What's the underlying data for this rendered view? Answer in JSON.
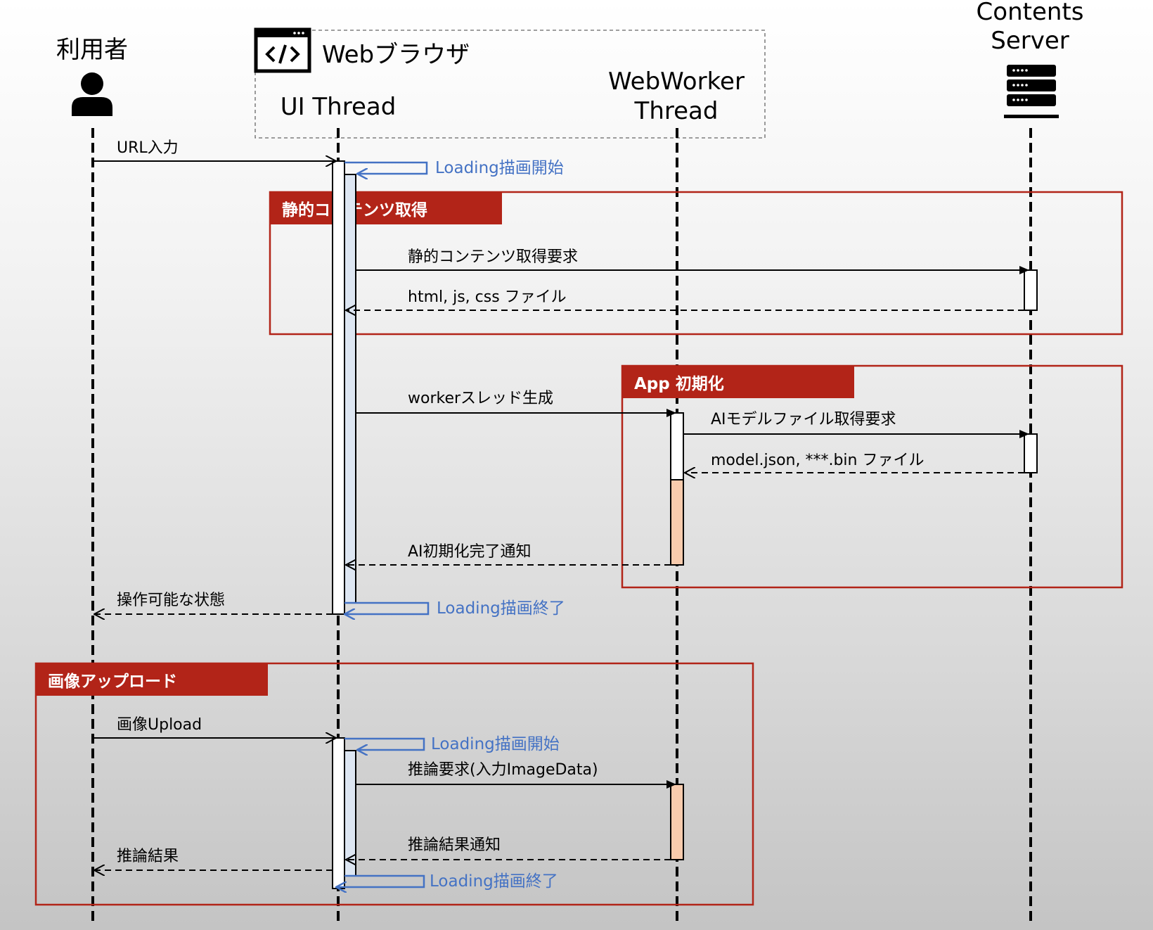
{
  "participants": {
    "user": {
      "label": "利用者",
      "icon": "person-icon"
    },
    "browser": {
      "label": "Webブラウザ",
      "icon": "code-window-icon"
    },
    "ui_thread": {
      "label": "UI Thread"
    },
    "worker_thread": {
      "label_line1": "WebWorker",
      "label_line2": "Thread"
    },
    "server": {
      "label_line1": "Contents",
      "label_line2": "Server",
      "icon": "server-icon"
    }
  },
  "frames": {
    "static_content": {
      "title": "静的コンテンツ取得"
    },
    "app_init": {
      "title": "App 初期化"
    },
    "image_upload": {
      "title": "画像アップロード"
    }
  },
  "messages": {
    "url_input": "URL入力",
    "loading_start_1": "Loading描画開始",
    "static_request": "静的コンテンツ取得要求",
    "static_response": "html, js, css ファイル",
    "worker_create": "workerスレッド生成",
    "model_request": "AIモデルファイル取得要求",
    "model_response": "model.json,  ***.bin ファイル",
    "ai_init_done": "AI初期化完了通知",
    "operable": "操作可能な状態",
    "loading_end_1": "Loading描画終了",
    "image_upload": "画像Upload",
    "loading_start_2": "Loading描画開始",
    "inference_request": "推論要求(入力ImageData)",
    "inference_notify": "推論結果通知",
    "inference_result": "推論結果",
    "loading_end_2": "Loading描画終了"
  },
  "colors": {
    "frame_red": "#B22418",
    "self_call_blue": "#4472C4",
    "activation_blue": "#DDE6F2",
    "activation_orange": "#F8CBAD"
  }
}
